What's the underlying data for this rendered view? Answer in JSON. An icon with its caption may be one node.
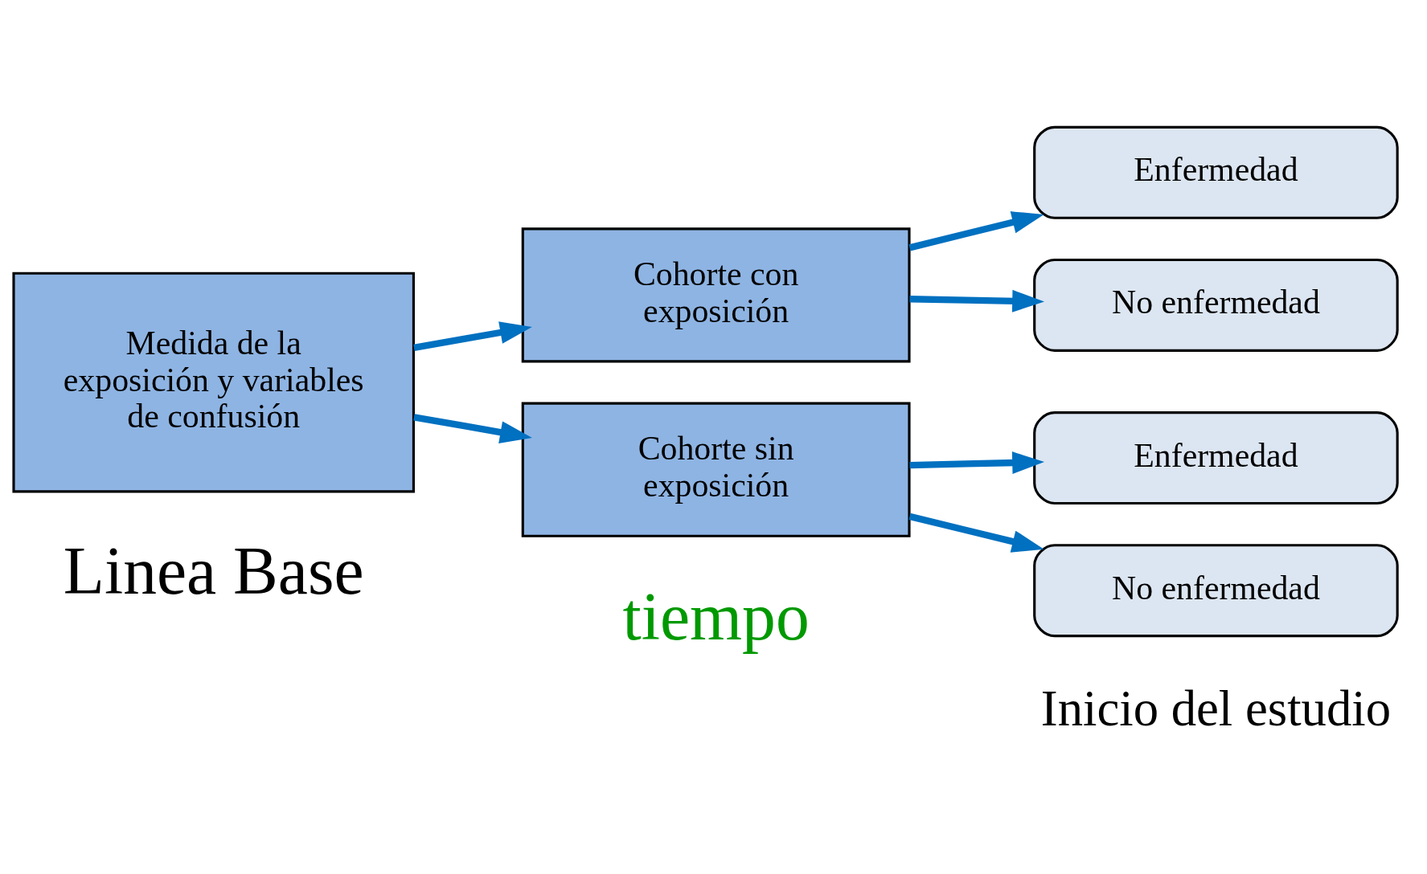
{
  "diagram": {
    "nodes": [
      {
        "text": [
          "Medida de la exposición y variables de confusión"
        ]
      },
      {
        "text": [
          "Cohorte con exposición"
        ]
      },
      {
        "text": [
          "Cohorte sin exposición"
        ]
      },
      {
        "text": [
          "Enfermedad"
        ]
      },
      {
        "text": [
          "No enfermedad"
        ]
      },
      {
        "text": [
          "Enfermedad"
        ]
      },
      {
        "text": [
          "No enfermedad"
        ]
      }
    ],
    "edges": [
      {
        "from": 0,
        "to": 1,
        "arrow": "to"
      },
      {
        "from": 0,
        "to": 2,
        "arrow": "to"
      },
      {
        "from": 1,
        "to": 3,
        "arrow": "to"
      },
      {
        "from": 1,
        "to": 4,
        "arrow": "to"
      },
      {
        "from": 2,
        "to": 5,
        "arrow": "to"
      },
      {
        "from": 2,
        "to": 6,
        "arrow": "to"
      }
    ],
    "labels": [
      "Linea Base",
      "tiempo",
      "Inicio del estudio"
    ]
  }
}
